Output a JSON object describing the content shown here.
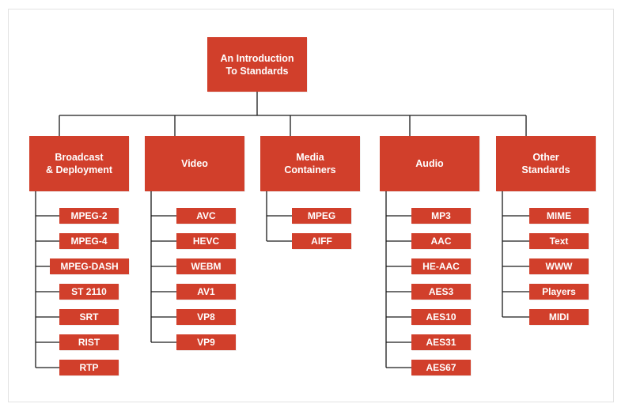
{
  "diagram": {
    "root": "An Introduction\nTo Standards",
    "categories": [
      {
        "label": "Broadcast\n& Deployment",
        "children": [
          "MPEG-2",
          "MPEG-4",
          "MPEG-DASH",
          "ST 2110",
          "SRT",
          "RIST",
          "RTP"
        ]
      },
      {
        "label": "Video",
        "children": [
          "AVC",
          "HEVC",
          "WEBM",
          "AV1",
          "VP8",
          "VP9"
        ]
      },
      {
        "label": "Media\nContainers",
        "children": [
          "MPEG",
          "AIFF"
        ]
      },
      {
        "label": "Audio",
        "children": [
          "MP3",
          "AAC",
          "HE-AAC",
          "AES3",
          "AES10",
          "AES31",
          "AES67"
        ]
      },
      {
        "label": "Other\nStandards",
        "children": [
          "MIME",
          "Text",
          "WWW",
          "Players",
          "MIDI"
        ]
      }
    ]
  },
  "colors": {
    "box_fill": "#d13f2b",
    "box_text": "#ffffff",
    "connector": "#1a1a1a"
  }
}
